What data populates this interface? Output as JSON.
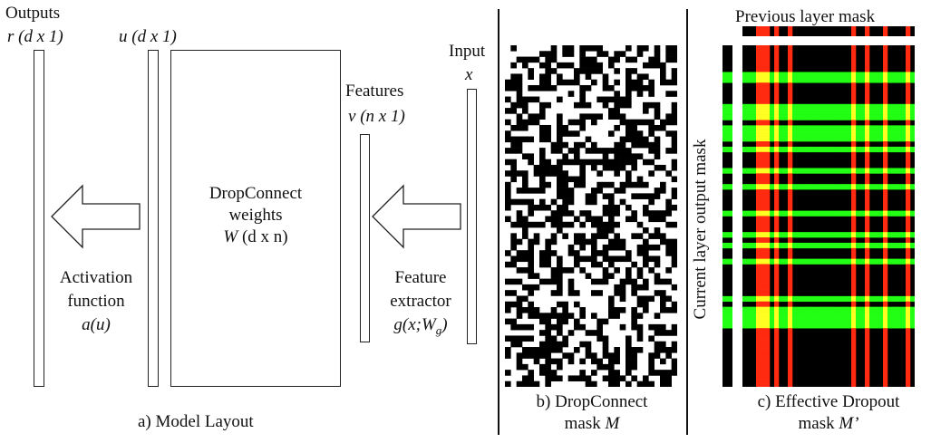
{
  "panel_a": {
    "caption": "a) Model Layout",
    "outputs": {
      "title": "Outputs",
      "symbol": "r",
      "dims": "(d x 1)"
    },
    "u": {
      "symbol": "u",
      "dims": "(d x 1)"
    },
    "weights": {
      "line1": "DropConnect",
      "line2": "weights",
      "symbol": "W",
      "dims": "(d x n)"
    },
    "features": {
      "title": "Features",
      "symbol": "v",
      "dims": "(n x 1)"
    },
    "input": {
      "title": "Input",
      "symbol": "x"
    },
    "activation": {
      "line1": "Activation",
      "line2": "function",
      "formula": "a(u)"
    },
    "extractor": {
      "line1": "Feature",
      "line2": "extractor",
      "formula_main": "g(x;W",
      "formula_sub": "g",
      "formula_close": ")"
    }
  },
  "panel_b": {
    "caption_line1": "b) DropConnect",
    "caption_line2": "mask",
    "caption_symbol": "M"
  },
  "panel_c": {
    "top_label": "Previous layer mask",
    "side_label": "Current layer output mask",
    "caption_line1": "c) Effective Dropout",
    "caption_line2": "mask",
    "caption_symbol": "M’"
  },
  "colors": {
    "black": "#000000",
    "red": "#ff2a10",
    "green": "#22ff14",
    "yellow": "#ffff22"
  }
}
